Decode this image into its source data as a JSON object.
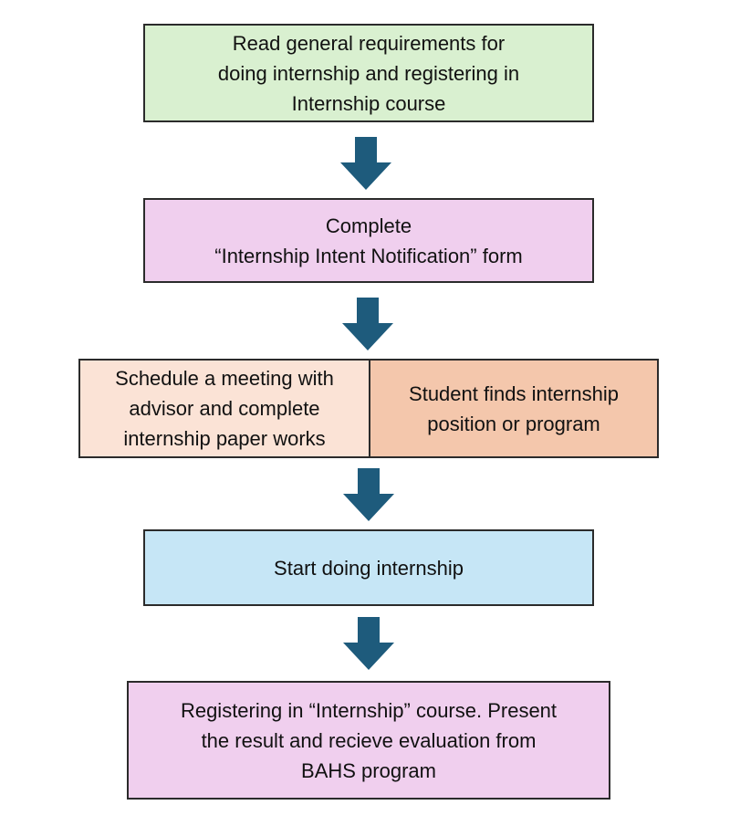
{
  "colors": {
    "green": "#d9f0d0",
    "pink": "#f0cfee",
    "peach_light": "#fbe3d6",
    "peach_dark": "#f4c7ac",
    "blue": "#c6e6f6",
    "arrow": "#1e5b7c",
    "border": "#2b2b2b"
  },
  "steps": [
    {
      "lines": [
        "Read general requirements for",
        "doing internship and registering in",
        "Internship course"
      ]
    },
    {
      "lines": [
        "Complete",
        "“Internship Intent Notification” form"
      ]
    },
    {
      "left_lines": [
        "Schedule a meeting with",
        "advisor and complete",
        "internship paper works"
      ],
      "right_lines": [
        "Student finds internship",
        "position or program"
      ]
    },
    {
      "lines": [
        "Start doing internship"
      ]
    },
    {
      "lines": [
        "Registering in “Internship” course. Present",
        "the result and recieve evaluation from",
        "BAHS program"
      ]
    }
  ],
  "arrows": [
    "down-arrow",
    "down-arrow",
    "down-arrow",
    "down-arrow"
  ]
}
